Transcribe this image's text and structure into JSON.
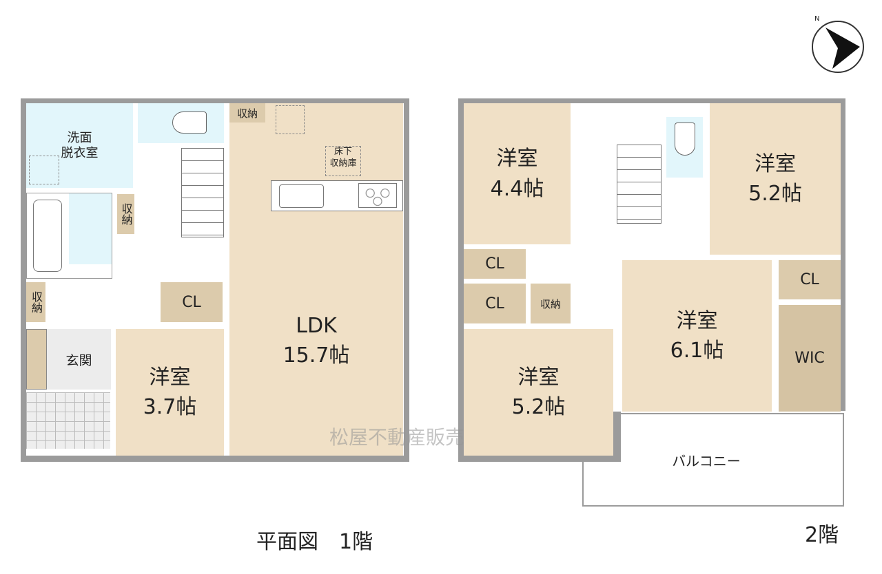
{
  "floor1": {
    "wash_room": "洗面\n脱衣室",
    "storage_top": "収納",
    "underfloor_storage": "床下\n収納庫",
    "storage_mid": "収納",
    "storage_left": "収納",
    "cl": "CL",
    "entrance": "玄関",
    "ldk_name": "LDK",
    "ldk_size": "15.7帖",
    "room_name": "洋室",
    "room_size": "3.7帖"
  },
  "floor2": {
    "room_a_name": "洋室",
    "room_a_size": "4.4帖",
    "room_b_name": "洋室",
    "room_b_size": "5.2帖",
    "room_c_name": "洋室",
    "room_c_size": "6.1帖",
    "room_d_name": "洋室",
    "room_d_size": "5.2帖",
    "cl1": "CL",
    "cl2": "CL",
    "cl3": "CL",
    "storage": "収納",
    "wic": "WIC",
    "balcony": "バルコニー"
  },
  "watermark": "松屋不動産販売",
  "caption1": "平面図　1階",
  "caption2": "2階",
  "compass_label": "N"
}
